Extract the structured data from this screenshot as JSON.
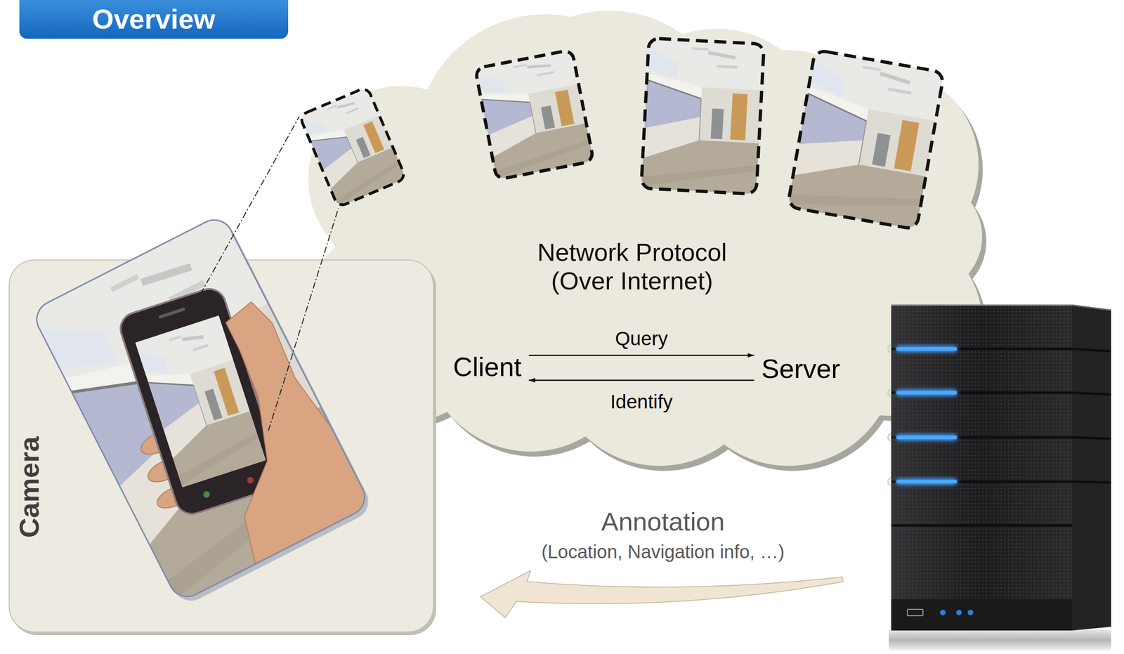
{
  "diagram": {
    "title": "Overview",
    "nodes": [
      {
        "text": [
          "Network Protocol (Over Internet)"
        ]
      },
      {
        "text": [
          "Client"
        ],
        "in": 0
      },
      {
        "text": [
          "Server"
        ],
        "in": 0
      },
      {
        "text": [
          "Camera"
        ]
      }
    ],
    "edges": [
      {
        "from": 1,
        "to": 2,
        "label": "Query",
        "arrow": "to"
      },
      {
        "from": 2,
        "to": 1,
        "label": "Identify",
        "arrow": "to"
      }
    ],
    "labels": [
      "Annotation",
      "(Location, Navigation info, …)"
    ]
  }
}
